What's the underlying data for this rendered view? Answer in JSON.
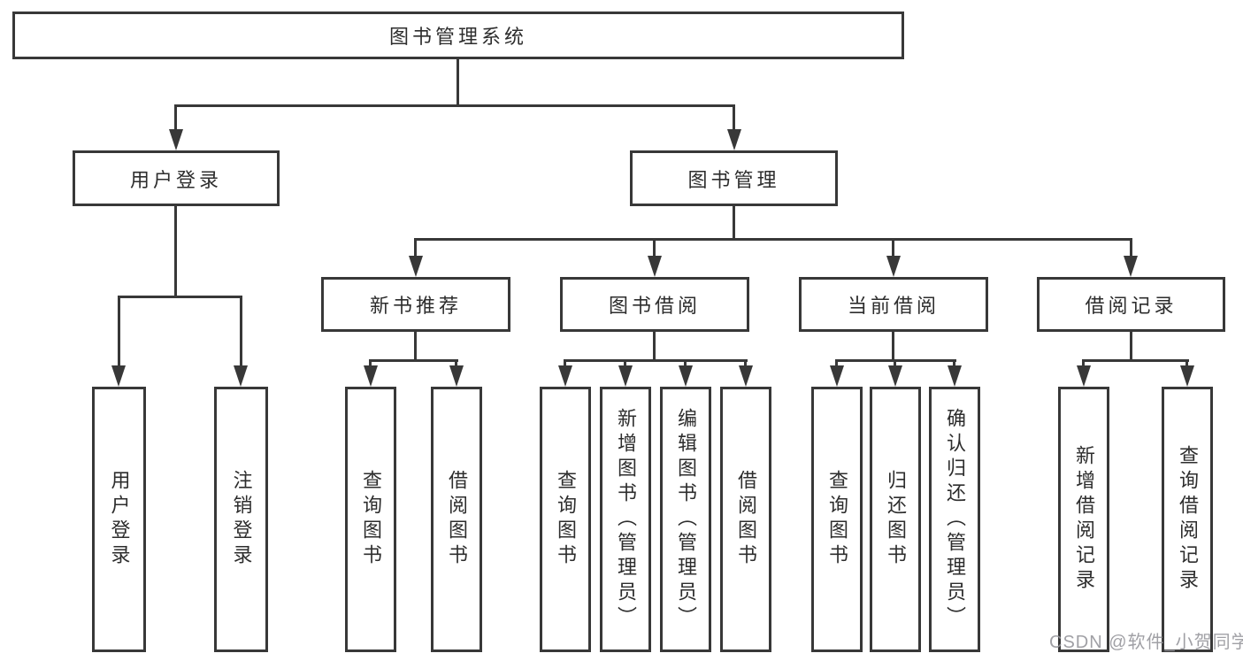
{
  "diagram_title": "图书管理系统",
  "tree": {
    "root": {
      "label": "图书管理系统"
    },
    "children": [
      {
        "label": "用户登录",
        "children": [
          {
            "label": "用户登录"
          },
          {
            "label": "注销登录"
          }
        ]
      },
      {
        "label": "图书管理",
        "children": [
          {
            "label": "新书推荐",
            "children": [
              {
                "label": "查询图书"
              },
              {
                "label": "借阅图书"
              }
            ]
          },
          {
            "label": "图书借阅",
            "children": [
              {
                "label": "查询图书"
              },
              {
                "label": "新增图书（管理员）"
              },
              {
                "label": "编辑图书（管理员）"
              },
              {
                "label": "借阅图书"
              }
            ]
          },
          {
            "label": "当前借阅",
            "children": [
              {
                "label": "查询图书"
              },
              {
                "label": "归还图书"
              },
              {
                "label": "确认归还（管理员）"
              }
            ]
          },
          {
            "label": "借阅记录",
            "children": [
              {
                "label": "新增借阅记录"
              },
              {
                "label": "查询借阅记录"
              }
            ]
          }
        ]
      }
    ]
  },
  "watermark": "CSDN @软件_小贺同学",
  "colors": {
    "line": "#383838",
    "box_border": "#383838",
    "box_background": "#ffffff",
    "text": "#2d2d2d",
    "watermark": "#9f9fa3",
    "background": "#ffffff"
  }
}
